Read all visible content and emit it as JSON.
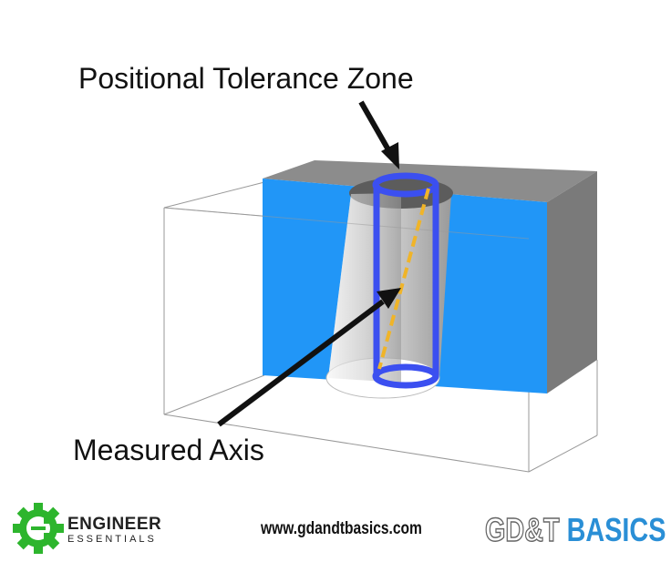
{
  "labels": {
    "tolerance_zone": "Positional Tolerance Zone",
    "measured_axis": "Measured Axis"
  },
  "footer": {
    "brand_left_line1": "ENGINEER",
    "brand_left_line2": "ESSENTIALS",
    "url": "www.gdandtbasics.com",
    "brand_right_part1": "GD&T",
    "brand_right_part2": "BASICS"
  },
  "colors": {
    "block_blue": "#2196f7",
    "block_gray": "#8a8a8a",
    "zone_blue": "#3b4ff0",
    "axis_orange": "#f0b428",
    "logo_green": "#2db52d"
  }
}
